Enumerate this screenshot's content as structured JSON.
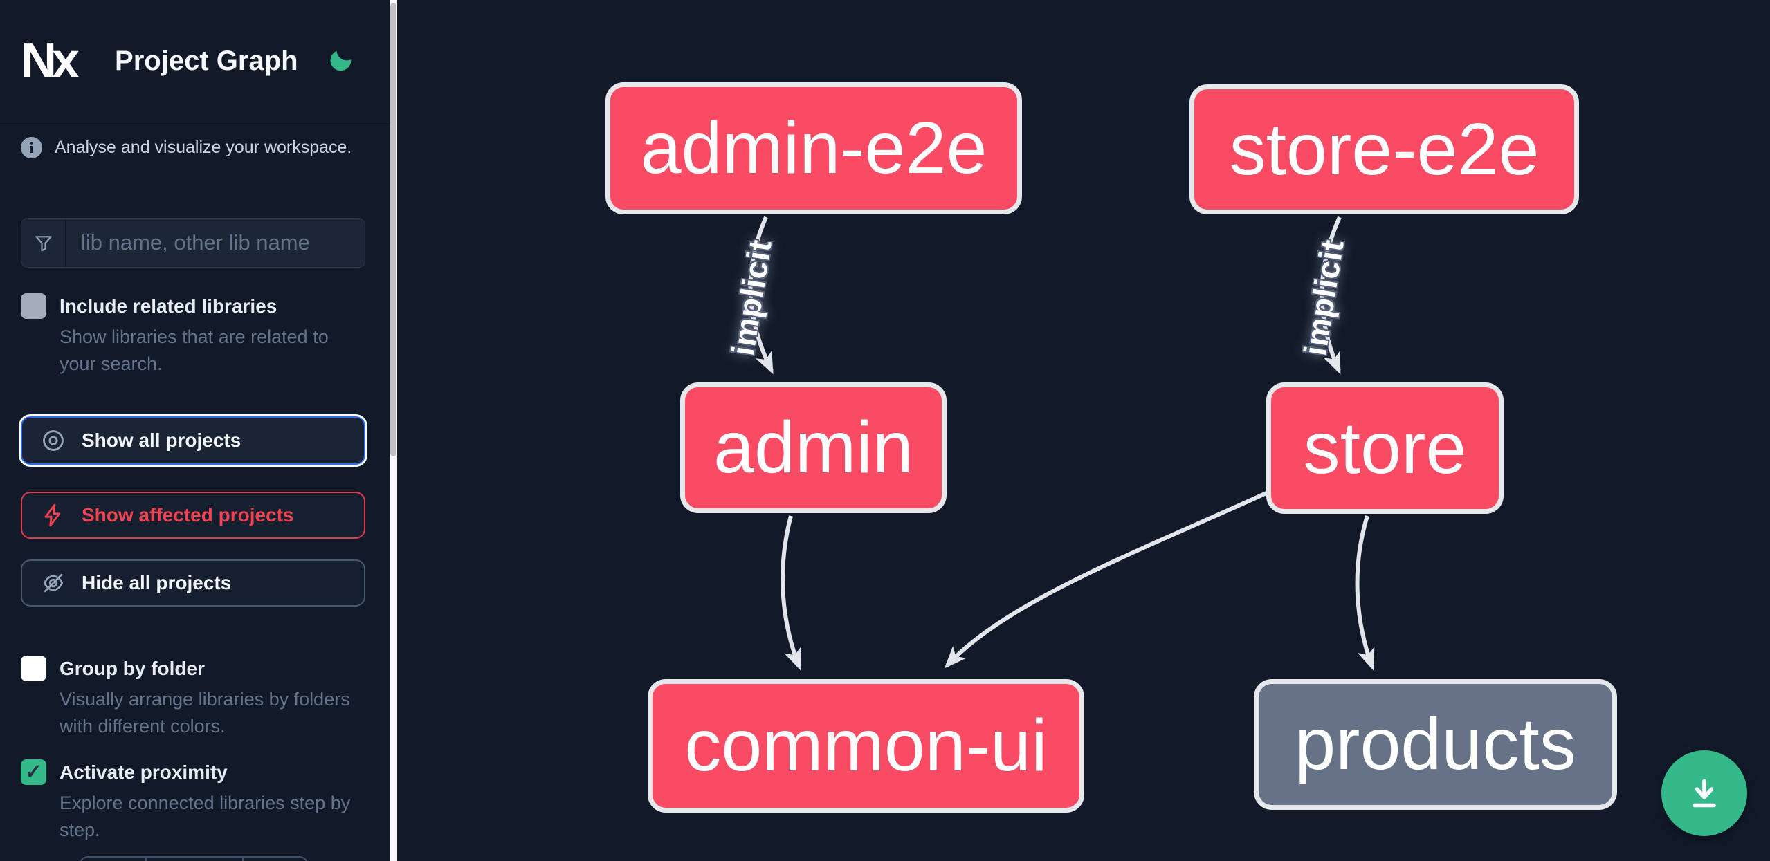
{
  "header": {
    "logo_text": "Nx",
    "title": "Project Graph",
    "theme_icon": "moon-icon"
  },
  "sidebar": {
    "tagline": "Analyse and visualize your workspace.",
    "search": {
      "placeholder": "lib name, other lib name",
      "value": "",
      "icon": "filter-funnel-icon"
    },
    "options": [
      {
        "label": "Include related libraries",
        "description": "Show libraries that are related to your search.",
        "checked": false
      },
      {
        "label": "Group by folder",
        "description": "Visually arrange libraries by folders with different colors.",
        "checked": false
      },
      {
        "label": "Activate proximity",
        "description": "Explore connected libraries step by step.",
        "checked": true
      }
    ],
    "actions": [
      {
        "label": "Show all projects",
        "icon": "eye-icon",
        "emphasis": "focused-blue"
      },
      {
        "label": "Show affected projects",
        "icon": "lightning-bolt-icon",
        "emphasis": "affected-red"
      },
      {
        "label": "Hide all projects",
        "icon": "eye-off-icon",
        "emphasis": "default"
      }
    ],
    "checkmark": "✓"
  },
  "graph": {
    "nodes": [
      {
        "id": "admin-e2e",
        "label": "admin-e2e",
        "color": "#f94b63"
      },
      {
        "id": "store-e2e",
        "label": "store-e2e",
        "color": "#f94b63"
      },
      {
        "id": "admin",
        "label": "admin",
        "color": "#f94b63"
      },
      {
        "id": "store",
        "label": "store",
        "color": "#f94b63"
      },
      {
        "id": "common-ui",
        "label": "common-ui",
        "color": "#f94b63"
      },
      {
        "id": "products",
        "label": "products",
        "color": "#667386"
      }
    ],
    "edges": [
      {
        "from": "admin-e2e",
        "to": "admin",
        "label": "implicit"
      },
      {
        "from": "store-e2e",
        "to": "store",
        "label": "implicit"
      },
      {
        "from": "admin",
        "to": "common-ui",
        "label": ""
      },
      {
        "from": "store",
        "to": "common-ui",
        "label": ""
      },
      {
        "from": "store",
        "to": "products",
        "label": ""
      }
    ]
  },
  "fab": {
    "icon": "download-icon",
    "color": "#34b98a"
  },
  "colors": {
    "background": "#121a2a",
    "node_pink": "#f94b63",
    "node_slate": "#667386",
    "node_border": "#e6e8ec",
    "edge": "#e2e5ea",
    "accent_blue": "#2b6be8",
    "accent_red": "#e23a46",
    "accent_green": "#34b98a"
  }
}
